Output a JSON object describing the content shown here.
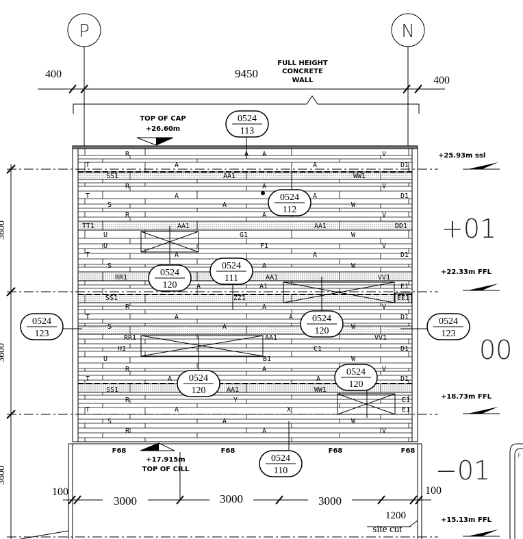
{
  "gridlines": {
    "left": "P",
    "right": "N"
  },
  "dims_top": {
    "left": "400",
    "mid": "9450",
    "right": "400"
  },
  "wall_note": [
    "FULL HEIGHT",
    "CONCRETE",
    "WALL"
  ],
  "top_of_cap": {
    "label": "TOP OF CAP",
    "level": "+26.60m"
  },
  "levels": [
    {
      "text": "+25.93m ssl"
    },
    {
      "text": "+22.33m FFL"
    },
    {
      "text": "+18.73m FFL"
    },
    {
      "text": "+15.13m FFL"
    }
  ],
  "floor_labels": [
    "+01",
    "00",
    "−01"
  ],
  "left_side_dims": [
    "3600",
    "3600",
    "3600"
  ],
  "bubbles": [
    {
      "top": "0524",
      "bottom": "113"
    },
    {
      "top": "0524",
      "bottom": "112"
    },
    {
      "top": "0524",
      "bottom": "120"
    },
    {
      "top": "0524",
      "bottom": "111"
    },
    {
      "top": "0524",
      "bottom": "123"
    },
    {
      "top": "0524",
      "bottom": "120"
    },
    {
      "top": "0524",
      "bottom": "123"
    },
    {
      "top": "0524",
      "bottom": "120"
    },
    {
      "top": "0524",
      "bottom": "120"
    },
    {
      "top": "0524",
      "bottom": "110"
    }
  ],
  "panel_letters": [
    "R",
    "A",
    "A",
    "V",
    "T",
    "A",
    "A",
    "D1",
    "SS1",
    "AA1",
    "WW1",
    "R",
    "A",
    "V",
    "T",
    "A",
    "A",
    "D1",
    "S",
    "A",
    "W",
    "R",
    "A",
    "V",
    "TT1",
    "AA1",
    "AA1",
    "DD1",
    "U",
    "G1",
    "W",
    "U",
    "F1",
    "V",
    "T",
    "A",
    "A",
    "D1",
    "S",
    "A",
    "W",
    "RR1",
    "A",
    "AA1",
    "VV1",
    "A1",
    "E1",
    "SS1",
    "ZZ1",
    "EE1",
    "R",
    "A",
    "V",
    "T",
    "A",
    "A",
    "D1",
    "S",
    "A",
    "W",
    "RR1",
    "AA1",
    "VV1",
    "H1",
    "C1",
    "D1",
    "U",
    "B1",
    "W",
    "R",
    "A",
    "V",
    "T",
    "A",
    "A",
    "D1",
    "SS1",
    "AA1",
    "WW1",
    "R",
    "Y",
    "E1",
    "T",
    "A",
    "X",
    "E1",
    "S",
    "A",
    "W",
    "R",
    "A",
    "V"
  ],
  "footing_marks": [
    "F68",
    "F68",
    "F68",
    "F68"
  ],
  "top_of_cill": {
    "level": "+17.915m",
    "label": "TOP OF CILL"
  },
  "dims_bottom": {
    "left": "100",
    "d1": "3000",
    "d2": "3000",
    "d3": "3000",
    "right": "100"
  },
  "site_cut": {
    "value": "1200",
    "label": "site cut"
  },
  "corner_letter": "F"
}
